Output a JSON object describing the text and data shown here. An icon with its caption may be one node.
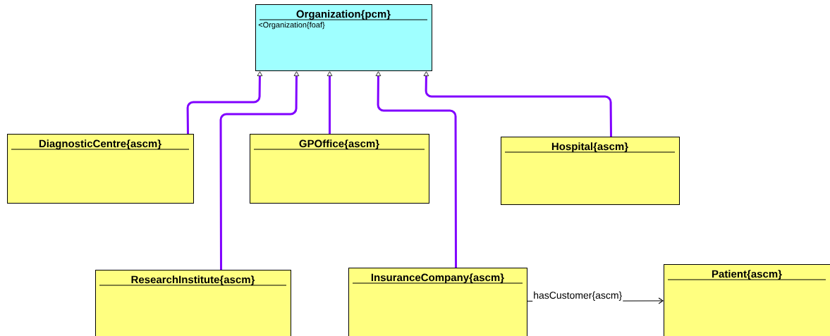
{
  "diagram": {
    "nodes": [
      {
        "text": [
          "Organization{pcm}",
          "<Organization{foaf}"
        ]
      },
      {
        "text": [
          "DiagnosticCentre{ascm}"
        ]
      },
      {
        "text": [
          "GPOffice{ascm}"
        ]
      },
      {
        "text": [
          "Hospital{ascm}"
        ]
      },
      {
        "text": [
          "ResearchInstitute{ascm}"
        ]
      },
      {
        "text": [
          "InsuranceCompany{ascm}"
        ]
      },
      {
        "text": [
          "Patient{ascm}"
        ]
      }
    ],
    "edges": [
      {
        "from": 1,
        "to": 0,
        "arrow": "to"
      },
      {
        "from": 4,
        "to": 0,
        "arrow": "to"
      },
      {
        "from": 2,
        "to": 0,
        "arrow": "to"
      },
      {
        "from": 5,
        "to": 0,
        "arrow": "to"
      },
      {
        "from": 3,
        "to": 0,
        "arrow": "to"
      },
      {
        "from": 5,
        "to": 6,
        "arrow": "to",
        "label": "hasCustomer{ascm}",
        "color": "#000000"
      }
    ]
  }
}
